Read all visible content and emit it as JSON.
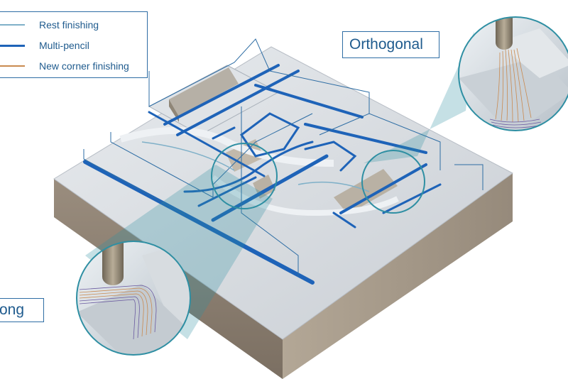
{
  "legend": {
    "items": [
      {
        "label": "Rest finishing",
        "color": "#7fb0c8"
      },
      {
        "label": "Multi-pencil",
        "color": "#1e63b8"
      },
      {
        "label": "New corner finishing",
        "color": "#c98a50"
      }
    ]
  },
  "labels": {
    "orthogonal": "Orthogonal",
    "along": "ong"
  },
  "colors": {
    "block_top": "#d9dde2",
    "block_side_front": "#8a7d6f",
    "block_side_right": "#a89c8c",
    "toolpath_blue": "#1e63b8",
    "lens_teal": "#2f8fa3"
  }
}
